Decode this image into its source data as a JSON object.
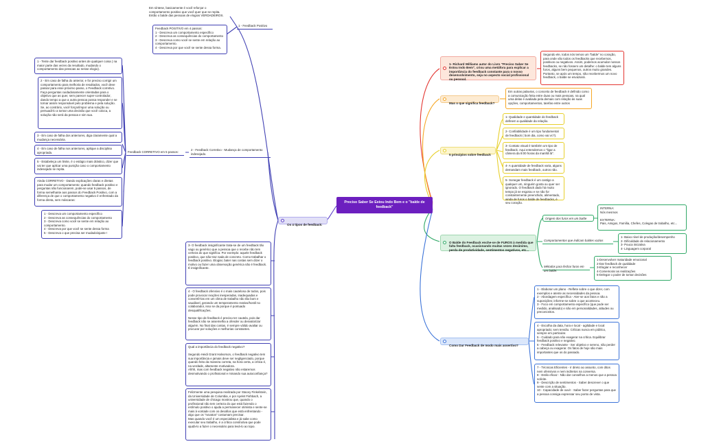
{
  "central": "Preciso Saber Se Estou Indo Bem e o \"balde de feedback\"",
  "left": {
    "main_branch": "Os 4 tipos de feedback:",
    "positivo": {
      "label": "1 - Feedback Positivo",
      "note1": "Em síntese, basicamente é você reforçar o comportamento positivo que você quer que se repita. Então o balde das pessoas de elogios VERDADEIROS.",
      "note2": "Feedback  POSITIVO em 4 passos:\n1 - Descreva um comportamento específico\n2 - Descreva as consequências do comportamento\n3 - Descreva como você se sente em relação ao comportamento.\n4 - Descreva por que você se sente dessa forma."
    },
    "corretivo": {
      "label": "2 - Feedback Corretivo - Mudança de comportamento indesejado.",
      "sub_label": "Feedback CORRETIVO em 5 passos:",
      "notes": [
        "1 - Tente dar feedback positivo antes de qualquer coisa ( na maior parte das vezes da resultado, mudando o comportamento das pessoas ao nesse elogio).",
        "2 - Em caso de falha do anterior, e for preciso corrigir um comportamento para melhoria de resultados, você deve passar para esse próximo passo, o Feedback corretivo.\nFaça perguntas cuidadosamente orientadas para o objetivo que as quer, sem parecer super-controlador, dando tempo a que a outra pessoa possa responder e se tornar assim responsável pelo problema e pela solução. Se, ao contrário, você forçar/impor uma solução ou persuadi-lo a tornar uma decisão que você coloca, a solução não será da pessoa e sim sua.",
        "3 - Em caso de falha dos anteriores, diga claramente qual a mudança necessária.",
        "4 - Em caso de falha nos anteriores, aplique a disciplina apropriada.",
        "5 - Estabeleça um limite, é o estágio mais drástico, dizer que vai ter que aplicar uma punição caso o comportamento indesejado se repita.",
        "Ainda CORRETIVO - Dando explicações claras e diretas para mudar um comportamento: quando feedback positivo e perguntas não funcionarem, pode-se usar 5 passos, de forma semelhante aos passos do Feedback Positivo, com a diferença de que o comportamento negativo é enfrentado da forma direta, sem máscaras:",
        "1 - Descreva um comportamento específico\n2 - Descreva as consequências do comportamento\n3 - Descreva como você se sente em relação ao comportamento.\n4 - Descreva por que você se sente dessa forma\n5 - Descreva o que precisa ser mudado/ajuste !"
      ]
    },
    "more_notes": [
      "3- O feedback insignificante trata-se de um feedback tão vago ou genérico que a pessoa que o recebe não tem certeza do que significa. Por exemplo: aquele feedback positivo, que não traz nada de concreto. Como trabalhar o feedback positivo. Elogiar, bater nas costas sem dizer o motivo ou fazer uma observação genérica não é feedback. É insignificante.",
      "4 - O feedback ofensivo é o mais cauteloso de todos, pois pode provocar reações inesperadas, inadequadas e convertê-las em um clima de trabalho não tão bom e saudável, gerando um temperamento reativo/hostil no colaborador, isso se da porque é pontuado desqualificações.\n\nNesse tipo de feedback é preciso ter cautela, pois dar feedback não se assemelha a ofender ou desvalorizar alguém. No final das contas, é sempre válido avaliar ou procurar por soluções e melhorias constantes.",
      "Qual a importância do feedback negativo?\n\nSegundo Heidi Grant Halvorson, o feedback negativo tem sua importância e jamais deve ser negligenciado, porque quando feito da maneira correta, na hora certa, a crítica é, na verdade, altamente motivadora.\nAhhh, mas com feedback negativo não estaremos desmotivando o profissional e minando sua autoconfiança?",
      "Felizmente uma pesquisa realizada por Stacey Finkelstein, da Universidade de Columbia, e por Ayelet Fishbach, a universidade de chicago mostrou que, quando o profissional não tem certeza do que está fazendo o estímulo positivo o ajuda a permanecer otimista e sente-se mais à vontade com os desafios que está enfrentando - algo que os \"novatos\" costumam precisar.\nMas quando você é um especialista e já sabe como executar seu trabalho, é a crítica construtiva que pode ajudá-lo a fazer o necessário para levá-lo ao topo."
    ]
  },
  "right": {
    "b1": {
      "label": "1- Richard Williams autor do Livro \"Preciso Saber Se Estou Indo Bem\", criou uma metáfora para explicar a importância do feedback constante para o nosso desenvolvimento, seja no aspecto social profissional ou pessoal.",
      "note": "Segundo ele, todos nós temos um \"balde\" no coração, para onde vão todos os feedbacks que recebemos, positivos ou negativos. Assim, podemos acumular nossos feedbacks, se não fossem um detalhe: o balde tem alguns furos, alguns bem pequenos, outros muito grandes. Portanto, se após um tempo, não recebermos um novo feedback, o balde se esvaziará."
    },
    "b2": {
      "label": "Mas o que significa feedback?",
      "note": "Em outras palavras, o conceito de feedback é definido como a comunicação feita entre duas ou mais pessoas, na qual uma delas é avaliada pela demais com relação às suas opções, comportamentos, tarefas entre outros"
    },
    "b3": {
      "label": "5 princípios sobre feedback",
      "notes": [
        "1- Qualidade e quantidade do feedback definem a qualidade da relação.",
        "2- Confiabilidade é um tipo fundamental de feedback ( bom dia, como vai vc?).",
        "3- Contato visual é também um tipo de feedback. Aqui entendemos o \"ligar a câmera da 8:00 horas da manhã lá\".",
        "4- A quantidade de feedback varia, alguns demandam mais feedback, outros não.",
        "5- Sonegar feedback é um castigo a qualquer um, ninguém gosta ou quer ser ignorado. O feedback dado há muito tempo já se esgotou e se não for constantemente preenchido, alimentado, ainda de furos o balde de feedbacks, é seu coração."
      ]
    },
    "b4": {
      "label": "O Balde do Feedback enche-se de FUROS à medida que falta feedback, ocasionando muitas vezes desânimo, perda de produtividade, sentimentos negativos, etc...",
      "origem": {
        "label": "Origem dos furos em um balde",
        "note": "INTERNA:\nNós mesmos\n\nEXTERNA:\nPais, Amigos, Família, Chefes, Colegas de trabalho, etc..."
      },
      "indicam": {
        "label": "Comportamentos que indicam baldes vazios",
        "note": "1- Baixo nível de produção/desempenho\n2- Dificuldade de relacionamento\n3- Pouca iniciativa\n4- Linguagem corporal"
      },
      "fechar": {
        "label": "Métodos para fechar furos em um balde:",
        "note": "1-Desenvolver maturidade emocional\n2-Dar feedback de qualidade\n3-Elogiar e reconhecer\n4-Comemorar as realizações\n5-Delegar o poder de tomar decisões"
      }
    },
    "b5": {
      "label": "Como Dar Feedback de modo mais assertivo?",
      "notes": [
        "1 - Elaborar um plano - Reflete sobre o que dizer, com exemplos e atente as necessidades da pessoa.\n2 - Abordagem específica - Ater-se aos fatos e não a suposições; informe-se sobre o que aconteceu.\n3 - Foco em comportamento específico (que pode ser medido, analisado) e não em personalidades, atitudes ou preconceitos.",
        "4 - Escolha da data, hora e local - agilidade e local apropriado; sem tensão. Críticas nunca em público, sempre em particular.\n5 - Cuidado para não exagerar na crítica. Equilibrar feedback positivo e negativo.\n6 - Feedback relevante - Ser objetivo e sereno, não perder a cabeça ou exagerar. Os fatos de hoje são mais importantes que os do passado.",
        "7 - Técnicas Eficientes - Ir direto ao assunto, com ditos nem ofensivos e nem indiretos na conversa.\n8 - Estilo eficaz - Não dar conselhos a menos que a pessoa solicite.\n9 - Descrição de sentimentos - Saber descrever o que sente com a situação.\n10 - Capacidade de ouvir - Saber fazer perguntas para que a pessoa consiga expressar seu ponto de vista."
      ]
    }
  }
}
